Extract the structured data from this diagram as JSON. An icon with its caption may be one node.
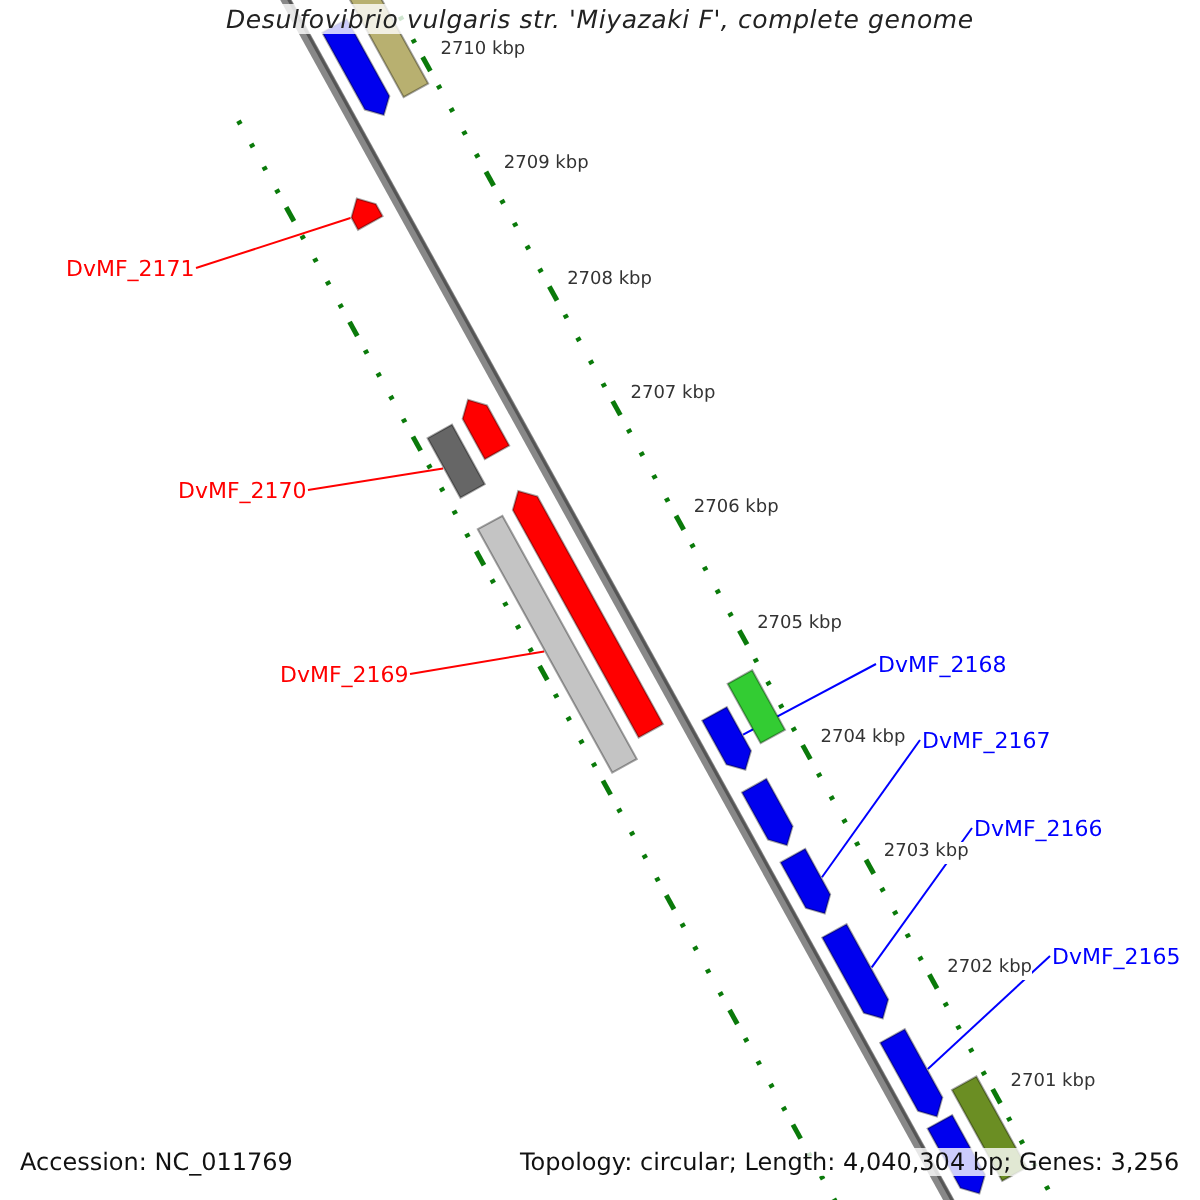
{
  "diagram": {
    "title": "Desulfovibrio vulgaris str. 'Miyazaki F', complete genome",
    "nodes": [
      {
        "text": [
          "DvMF_2171"
        ]
      },
      {
        "text": [],
        "shape": "arrow"
      },
      {
        "text": [
          "DvMF_2170"
        ]
      },
      {
        "text": [],
        "shape": "bar"
      },
      {
        "text": [
          "DvMF_2169"
        ]
      },
      {
        "text": [],
        "shape": "bar"
      },
      {
        "text": [
          "DvMF_2168"
        ]
      },
      {
        "text": [],
        "shape": "arrow"
      },
      {
        "text": [
          "DvMF_2167"
        ]
      },
      {
        "text": [],
        "shape": "arrow"
      },
      {
        "text": [
          "DvMF_2166"
        ]
      },
      {
        "text": [],
        "shape": "arrow"
      },
      {
        "text": [
          "DvMF_2165"
        ]
      },
      {
        "text": [],
        "shape": "arrow"
      },
      {
        "text": [],
        "shape": "bar"
      },
      {
        "text": [],
        "shape": "arrow"
      },
      {
        "text": [],
        "shape": "arrow"
      },
      {
        "text": [],
        "shape": "arrow"
      },
      {
        "text": [],
        "shape": "bar"
      },
      {
        "text": [],
        "shape": "arrow"
      },
      {
        "text": [],
        "shape": "bar"
      },
      {
        "text": [],
        "shape": "arrow"
      }
    ],
    "edges": [
      {
        "from": 0,
        "to": 1,
        "arrow": "none",
        "color": "#ff0000"
      },
      {
        "from": 2,
        "to": 3,
        "arrow": "none",
        "color": "#ff0000"
      },
      {
        "from": 4,
        "to": 5,
        "arrow": "none",
        "color": "#ff0000"
      },
      {
        "from": 6,
        "to": 7,
        "arrow": "none",
        "color": "#0000ff"
      },
      {
        "from": 8,
        "to": 9,
        "arrow": "none",
        "color": "#0000ff"
      },
      {
        "from": 10,
        "to": 11,
        "arrow": "none",
        "color": "#0000ff"
      },
      {
        "from": 12,
        "to": 13,
        "arrow": "none",
        "color": "#0000ff"
      }
    ],
    "labels": [
      "2710 kbp",
      "2709 kbp",
      "2708 kbp",
      "2707 kbp",
      "2706 kbp",
      "2705 kbp",
      "2704 kbp",
      "2703 kbp",
      "2702 kbp",
      "2701 kbp",
      "Accession: NC_011769",
      "Topology: circular; Length: 4,040,304 bp; Genes: 3,256"
    ]
  }
}
